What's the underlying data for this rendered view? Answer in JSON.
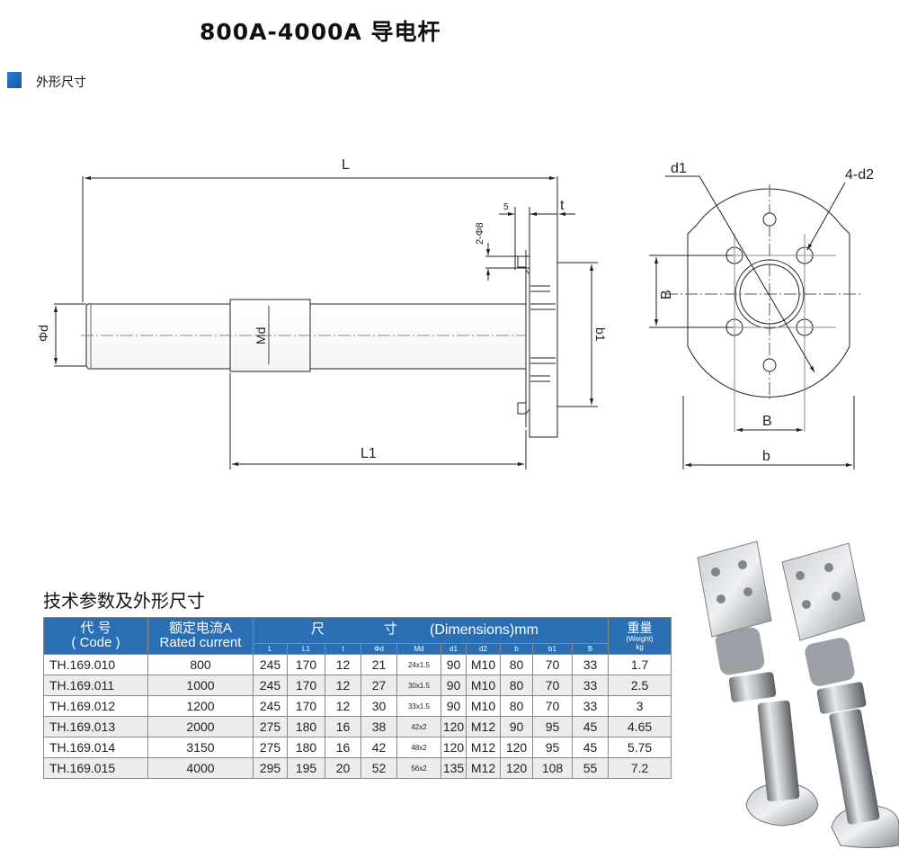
{
  "title": "800A-4000A  导电杆",
  "section": "外形尺寸",
  "drawing_labels": {
    "L": "L",
    "L1": "L1",
    "phid": "Φd",
    "Md": "Md",
    "b1": "b1",
    "phi8": "2-Φ8",
    "five": "5",
    "t": "t",
    "d1": "d1",
    "d2": "4-d2",
    "B_left": "B",
    "B_bottom": "B",
    "b": "b"
  },
  "table_title": "技术参数及外形尺寸",
  "table": {
    "header": {
      "code_cn": "代  号",
      "code_en": "( Code )",
      "current_cn": "额定电流A",
      "current_en": "Rated current",
      "dim_cn_left": "尺",
      "dim_cn_right": "寸",
      "dim_en": "(Dimensions)mm",
      "weight_cn": "重量",
      "weight_en": "(Weight)",
      "weight_unit": "kg"
    },
    "columns": [
      "L",
      "L1",
      "t",
      "Φd",
      "Md",
      "d1",
      "d2",
      "b",
      "b1",
      "B"
    ],
    "rows": [
      {
        "code": "TH.169.010",
        "current": "800",
        "L": "245",
        "L1": "170",
        "t": "12",
        "phid": "21",
        "Md": "24x1.5",
        "d1": "90",
        "d2": "M10",
        "b": "80",
        "b1": "70",
        "B": "33",
        "weight": "1.7"
      },
      {
        "code": "TH.169.011",
        "current": "1000",
        "L": "245",
        "L1": "170",
        "t": "12",
        "phid": "27",
        "Md": "30x1.5",
        "d1": "90",
        "d2": "M10",
        "b": "80",
        "b1": "70",
        "B": "33",
        "weight": "2.5"
      },
      {
        "code": "TH.169.012",
        "current": "1200",
        "L": "245",
        "L1": "170",
        "t": "12",
        "phid": "30",
        "Md": "33x1.5",
        "d1": "90",
        "d2": "M10",
        "b": "80",
        "b1": "70",
        "B": "33",
        "weight": "3"
      },
      {
        "code": "TH.169.013",
        "current": "2000",
        "L": "275",
        "L1": "180",
        "t": "16",
        "phid": "38",
        "Md": "42x2",
        "d1": "120",
        "d2": "M12",
        "b": "90",
        "b1": "95",
        "B": "45",
        "weight": "4.65"
      },
      {
        "code": "TH.169.014",
        "current": "3150",
        "L": "275",
        "L1": "180",
        "t": "16",
        "phid": "42",
        "Md": "48x2",
        "d1": "120",
        "d2": "M12",
        "b": "120",
        "b1": "95",
        "B": "45",
        "weight": "5.75"
      },
      {
        "code": "TH.169.015",
        "current": "4000",
        "L": "295",
        "L1": "195",
        "t": "20",
        "phid": "52",
        "Md": "56x2",
        "d1": "135",
        "d2": "M12",
        "b": "120",
        "b1": "108",
        "B": "55",
        "weight": "7.2"
      }
    ]
  }
}
